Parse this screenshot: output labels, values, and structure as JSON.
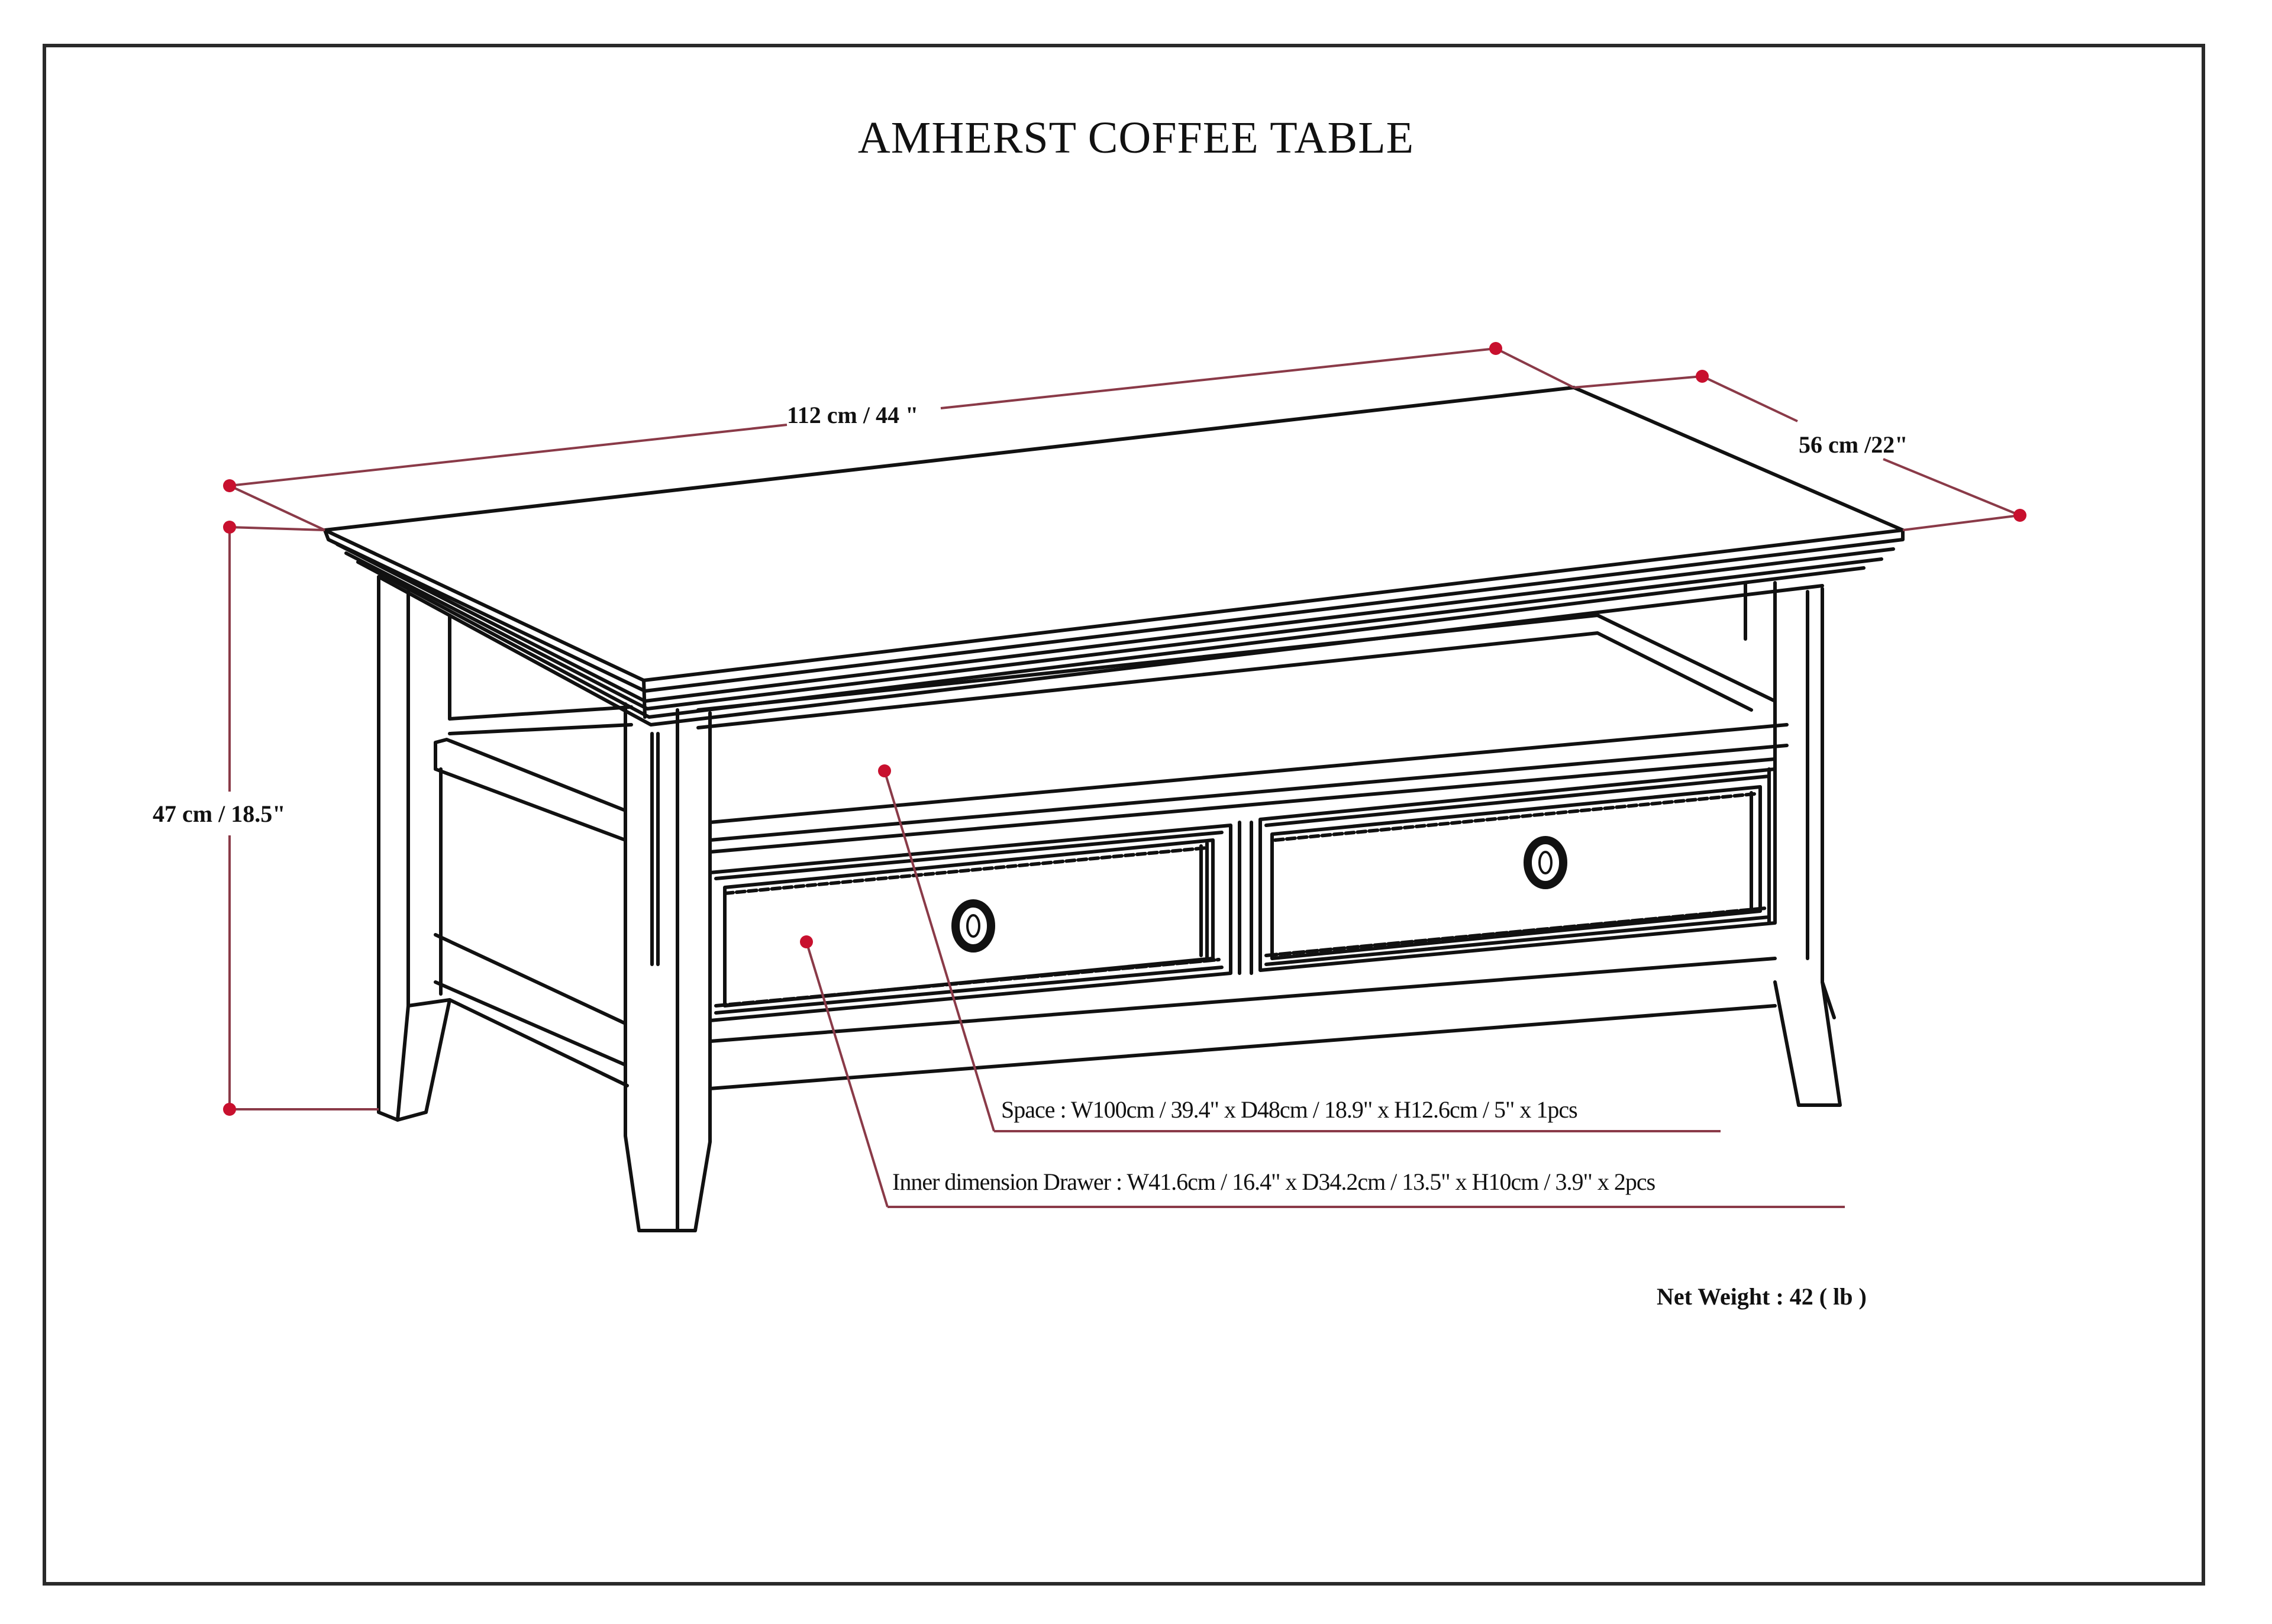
{
  "title": "AMHERST COFFEE TABLE",
  "dimensions": {
    "width": "112 cm / 44 \"",
    "depth": "56 cm /22\"",
    "height": "47 cm / 18.5\""
  },
  "callouts": {
    "space": "Space : W100cm / 39.4\" x D48cm / 18.9\" x H12.6cm / 5\" x 1pcs",
    "drawer": "Inner dimension Drawer : W41.6cm / 16.4\" x D34.2cm / 13.5\" x H10cm / 3.9\" x 2pcs"
  },
  "net_weight": "Net Weight :  42 ( lb )",
  "colors": {
    "line": "#111111",
    "dimension_marker": "#c8102e",
    "dimension_line": "#8a3a48",
    "frame": "#2a2a2a"
  }
}
